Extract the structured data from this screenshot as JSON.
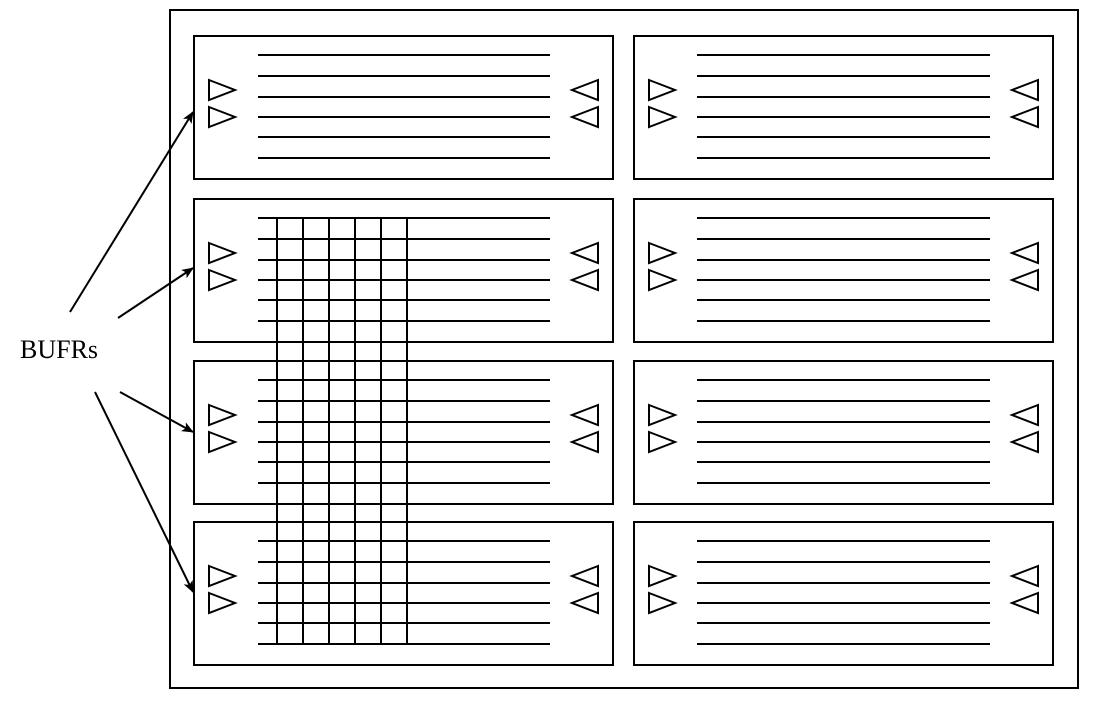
{
  "label": "BUFRs",
  "colors": {
    "stroke": "#000000",
    "background": "#ffffff"
  },
  "layout": {
    "columns": 2,
    "rows": 4,
    "wires_per_block": 6,
    "buffers_per_side": 2,
    "vertical_wires": 6
  }
}
